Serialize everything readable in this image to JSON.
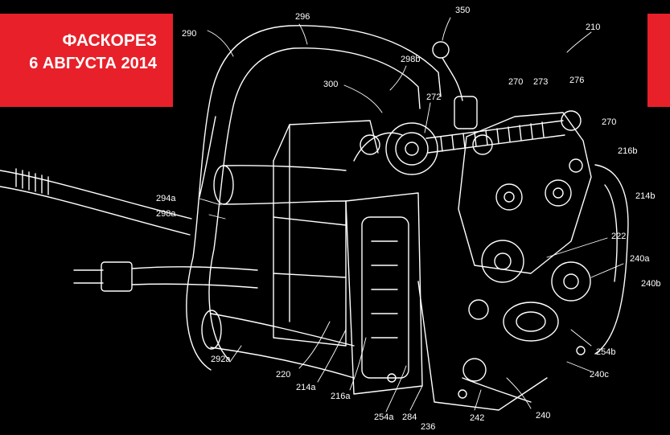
{
  "banner": {
    "line1": "ФАСКОРЕЗ",
    "line2": "6 АВГУСТА 2014",
    "color": "#e8202a",
    "text_color": "#ffffff"
  },
  "diagram": {
    "background": "#000000",
    "line_color": "#ffffff",
    "labels": [
      {
        "id": "l296",
        "text": "296"
      },
      {
        "id": "l350",
        "text": "350"
      },
      {
        "id": "l290",
        "text": "290"
      },
      {
        "id": "l210",
        "text": "210"
      },
      {
        "id": "l298b",
        "text": "298b"
      },
      {
        "id": "l300",
        "text": "300"
      },
      {
        "id": "l270a",
        "text": "270"
      },
      {
        "id": "l273",
        "text": "273"
      },
      {
        "id": "l276",
        "text": "276"
      },
      {
        "id": "l272",
        "text": "272"
      },
      {
        "id": "l270b",
        "text": "270"
      },
      {
        "id": "l216b",
        "text": "216b"
      },
      {
        "id": "l214b",
        "text": "214b"
      },
      {
        "id": "l294a",
        "text": "294a"
      },
      {
        "id": "l298a",
        "text": "298a"
      },
      {
        "id": "l222",
        "text": "222"
      },
      {
        "id": "l240a",
        "text": "240a"
      },
      {
        "id": "l240b",
        "text": "240b"
      },
      {
        "id": "l254b",
        "text": "254b"
      },
      {
        "id": "l292a",
        "text": "292a"
      },
      {
        "id": "l220",
        "text": "220"
      },
      {
        "id": "l240c",
        "text": "240c"
      },
      {
        "id": "l214a",
        "text": "214a"
      },
      {
        "id": "l216a",
        "text": "216a"
      },
      {
        "id": "l254a",
        "text": "254a"
      },
      {
        "id": "l284",
        "text": "284"
      },
      {
        "id": "l242",
        "text": "242"
      },
      {
        "id": "l240d",
        "text": "240"
      },
      {
        "id": "l236",
        "text": "236"
      }
    ]
  }
}
